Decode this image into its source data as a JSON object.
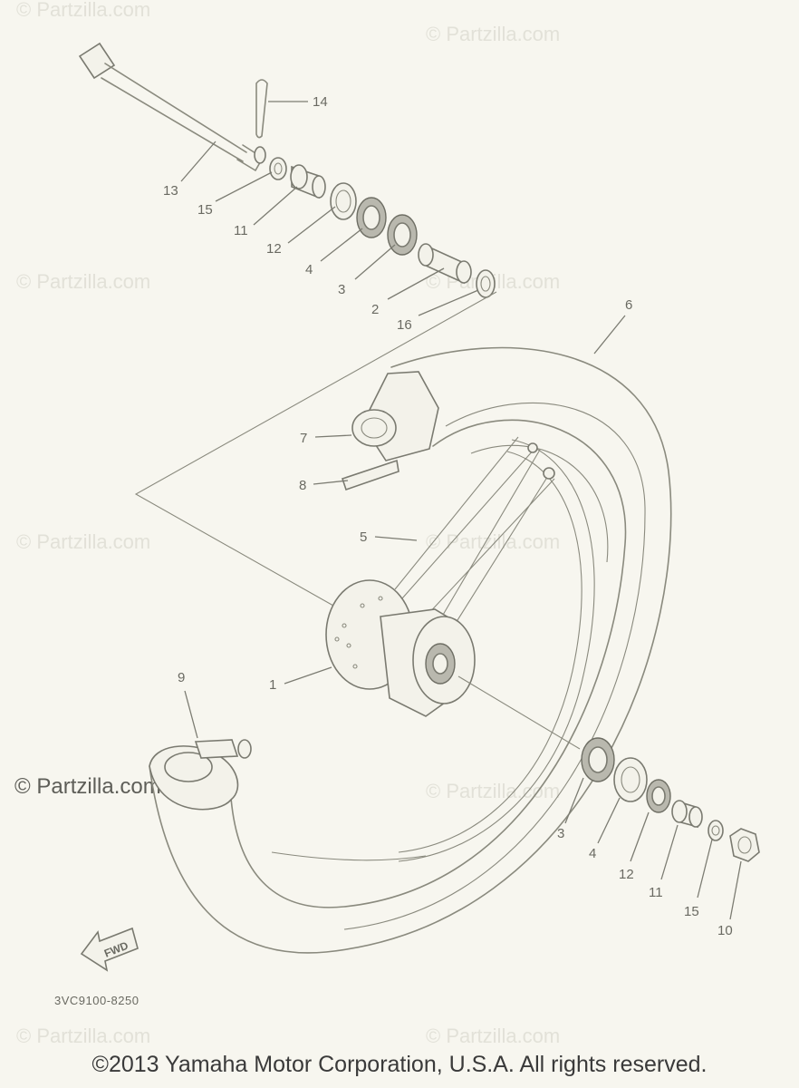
{
  "watermark": "© Partzilla.com",
  "diagram_code": "3VC9100-8250",
  "fwd_label": "FWD",
  "copyright": "©2013 Yamaha Motor Corporation, U.S.A. All rights reserved.",
  "callouts": {
    "c14": "14",
    "c13": "13",
    "c15a": "15",
    "c11a": "11",
    "c12a": "12",
    "c4a": "4",
    "c3a": "3",
    "c2": "2",
    "c16": "16",
    "c6": "6",
    "c7": "7",
    "c8": "8",
    "c5": "5",
    "c1": "1",
    "c9": "9",
    "c3b": "3",
    "c4b": "4",
    "c12b": "12",
    "c11b": "11",
    "c15b": "15",
    "c10": "10"
  }
}
